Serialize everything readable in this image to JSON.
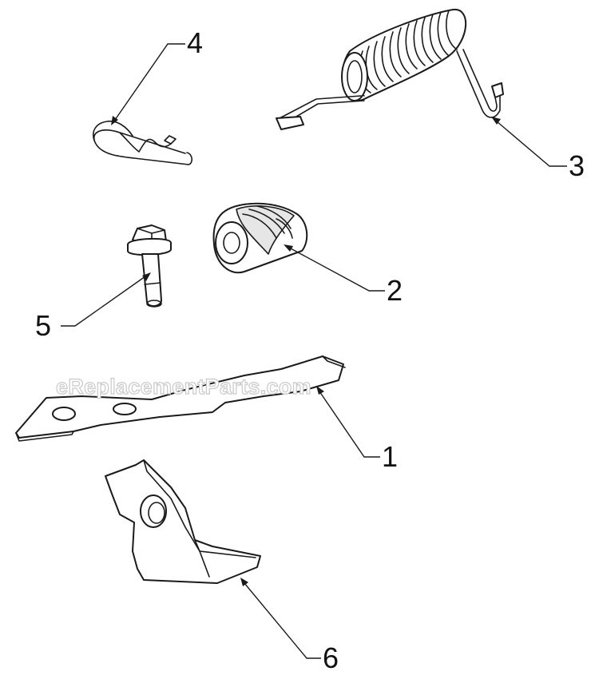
{
  "diagram": {
    "watermark": "eReplacementParts.com",
    "callouts": [
      {
        "id": "1",
        "label": "1"
      },
      {
        "id": "2",
        "label": "2"
      },
      {
        "id": "3",
        "label": "3"
      },
      {
        "id": "4",
        "label": "4"
      },
      {
        "id": "5",
        "label": "5"
      },
      {
        "id": "6",
        "label": "6"
      }
    ]
  }
}
